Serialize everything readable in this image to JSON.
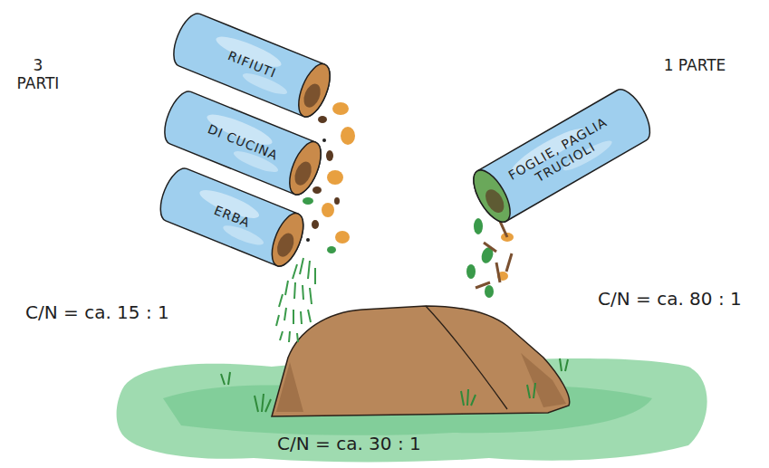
{
  "diagram": {
    "nodes": [
      {
        "text": [
          "RIFIUTI"
        ]
      },
      {
        "text": [
          "DI CUCINA"
        ]
      },
      {
        "text": [
          "ERBA"
        ]
      },
      {
        "text": [
          "FOGLIE, PAGLIA TRUCIOLI"
        ]
      }
    ],
    "labels": [
      "3 PARTI",
      "1 PARTE",
      "C/N = ca. 15 : 1",
      "C/N = ca. 80 : 1",
      "C/N = ca. 30 : 1"
    ]
  }
}
